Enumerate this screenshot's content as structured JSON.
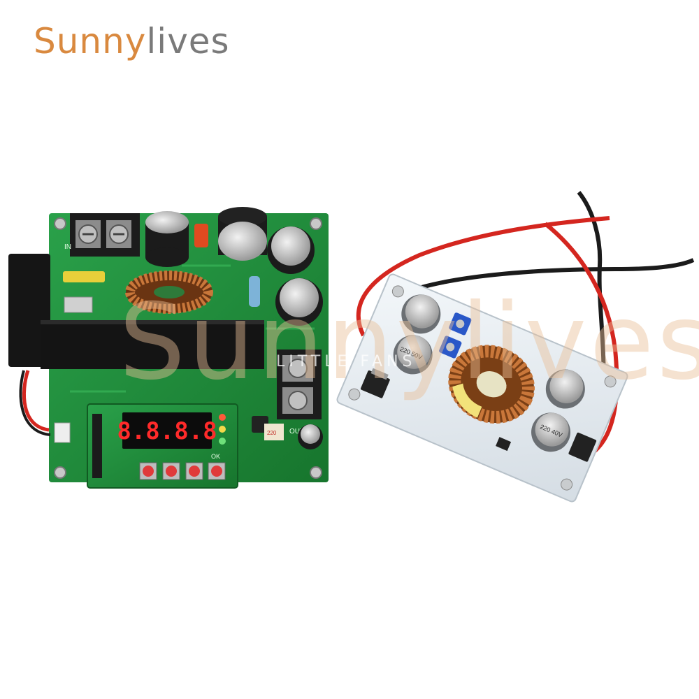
{
  "brand": {
    "part1": "Sunny",
    "part2": "lives"
  },
  "watermark": {
    "main": "Sunnylives",
    "sub": "LITTLE FANS"
  },
  "board_left": {
    "display_value": "8.8.8.8",
    "terminal_in": "IN",
    "terminal_out": "OUT",
    "button_label": "OK",
    "cap_label": "220"
  },
  "board_right": {
    "cap_label": "220 50V",
    "cap_label_2": "220 40V"
  },
  "colors": {
    "brand_orange": "#d9893f",
    "brand_gray": "#7a7a7a",
    "pcb_green": "#1f8f3a",
    "pcb_white": "#e9eef2",
    "copper_coil": "#b5652a",
    "wire_red": "#d4261f",
    "wire_black": "#1b1b1b",
    "led_red": "#ff2a2a"
  }
}
